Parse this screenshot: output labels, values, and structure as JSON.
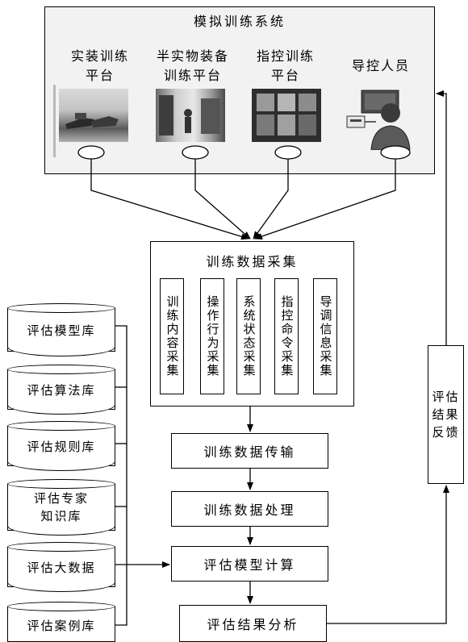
{
  "system": {
    "title": "模拟训练系统",
    "platforms": [
      {
        "line1": "实装训练",
        "line2": "平台"
      },
      {
        "line1": "半实物装备",
        "line2": "训练平台"
      },
      {
        "line1": "指控训练",
        "line2": "平台"
      },
      {
        "line1": "导控人员",
        "line2": ""
      }
    ]
  },
  "collection": {
    "title": "训练数据采集",
    "items": [
      "训练内容采集",
      "操作行为采集",
      "系统状态采集",
      "指控命令采集",
      "导调信息采集"
    ]
  },
  "pipeline": {
    "transmit": "训练数据传输",
    "process": "训练数据处理",
    "compute": "评估模型计算",
    "analyze": "评估结果分析"
  },
  "feedback": {
    "label": "评估结果反馈"
  },
  "libraries": [
    {
      "line1": "评估模型库",
      "line2": ""
    },
    {
      "line1": "评估算法库",
      "line2": ""
    },
    {
      "line1": "评估规则库",
      "line2": ""
    },
    {
      "line1": "评估专家",
      "line2": "知识库"
    },
    {
      "line1": "评估大数据",
      "line2": ""
    },
    {
      "line1": "评估案例库",
      "line2": ""
    }
  ]
}
